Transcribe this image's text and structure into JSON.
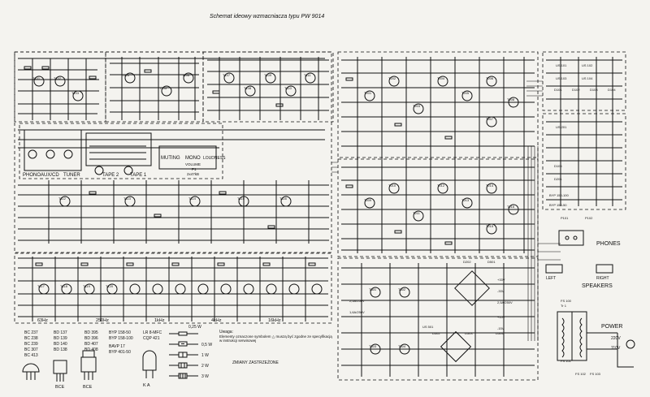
{
  "title": "Schemat ideowy wzmacniacza typu PW 9014",
  "input_selector": {
    "inputs": [
      "PHONO",
      "AUX/CD",
      "TUNER",
      "TAPE 2",
      "TAPE 1"
    ],
    "switches": [
      "MUTING",
      "MONO",
      "LOUDNESS"
    ],
    "volume_label": "VOLUME",
    "volume_ref": "P1",
    "volume_value": "2x47kB"
  },
  "equalizer_bands": [
    "63Hz",
    "250Hz",
    "1kHz",
    "4kHz",
    "16kHz"
  ],
  "outputs": {
    "phones": "PHONES",
    "speakers": "SPEAKERS",
    "left": "LEFT",
    "right": "RIGHT",
    "power": "POWER"
  },
  "mains": [
    "220V",
    "110V"
  ],
  "transistor_packages": {
    "type_lists": [
      [
        "BC 237",
        "BC 238",
        "BC 239",
        "BC 307",
        "BC 413"
      ],
      [
        "BD 137",
        "BD 139",
        "BD 140",
        "BD 138"
      ],
      [
        "BD 395",
        "BD 396",
        "BD 407",
        "BD 408"
      ],
      [
        "BYP 158-50",
        "BYP 158-100"
      ],
      [
        "BAVP 17",
        "BYP 401-50"
      ],
      [
        "LR 8-MFC",
        "CQP 421"
      ]
    ],
    "pin_labels": [
      "BCE",
      "BCE",
      "K A"
    ]
  },
  "resistor_legend": [
    "0,25 W",
    "0,5 W",
    "1 W",
    "2 W",
    "3 W"
  ],
  "notes": {
    "heading": "Uwaga:",
    "text": "Elementy oznaczone symbolem △ muszą być zgodne ze specyfikacją w instrukcji serwisowej",
    "footer": "ZMIANY  ZASTRZEŻONE"
  },
  "fuse_labels": [
    "FS 100",
    "FS 101",
    "FS 102",
    "FS 103"
  ],
  "component_labels": {
    "transistors": [
      "T101",
      "T102",
      "T103",
      "T104",
      "T105",
      "T106",
      "T107",
      "T108",
      "T109",
      "T110",
      "T111",
      "T112",
      "T113",
      "T114",
      "T115",
      "T116",
      "T117",
      "T118",
      "T119",
      "T120",
      "T201",
      "T202",
      "T203",
      "T204",
      "T205",
      "T206",
      "T207",
      "T208",
      "T209",
      "T210",
      "T211",
      "T212",
      "T213",
      "T214",
      "T215",
      "T216",
      "T501",
      "T502",
      "T503",
      "T504"
    ],
    "ics": [
      "US 101",
      "US 102",
      "US 103",
      "US 104",
      "US 201",
      "US 501"
    ],
    "diodes": [
      "D101",
      "D102",
      "D103",
      "D104",
      "D105",
      "D201",
      "D202",
      "D501",
      "D502",
      "D503",
      "D504"
    ],
    "relays": [
      "P101",
      "P102"
    ],
    "supply": [
      "Tr 1",
      "+33V",
      "-33V",
      "+15V",
      "-15V",
      "2,5A/250V",
      "2,5A/250V",
      "1,6A/250V",
      "BYP 150-100",
      "BYP 150-50"
    ]
  }
}
